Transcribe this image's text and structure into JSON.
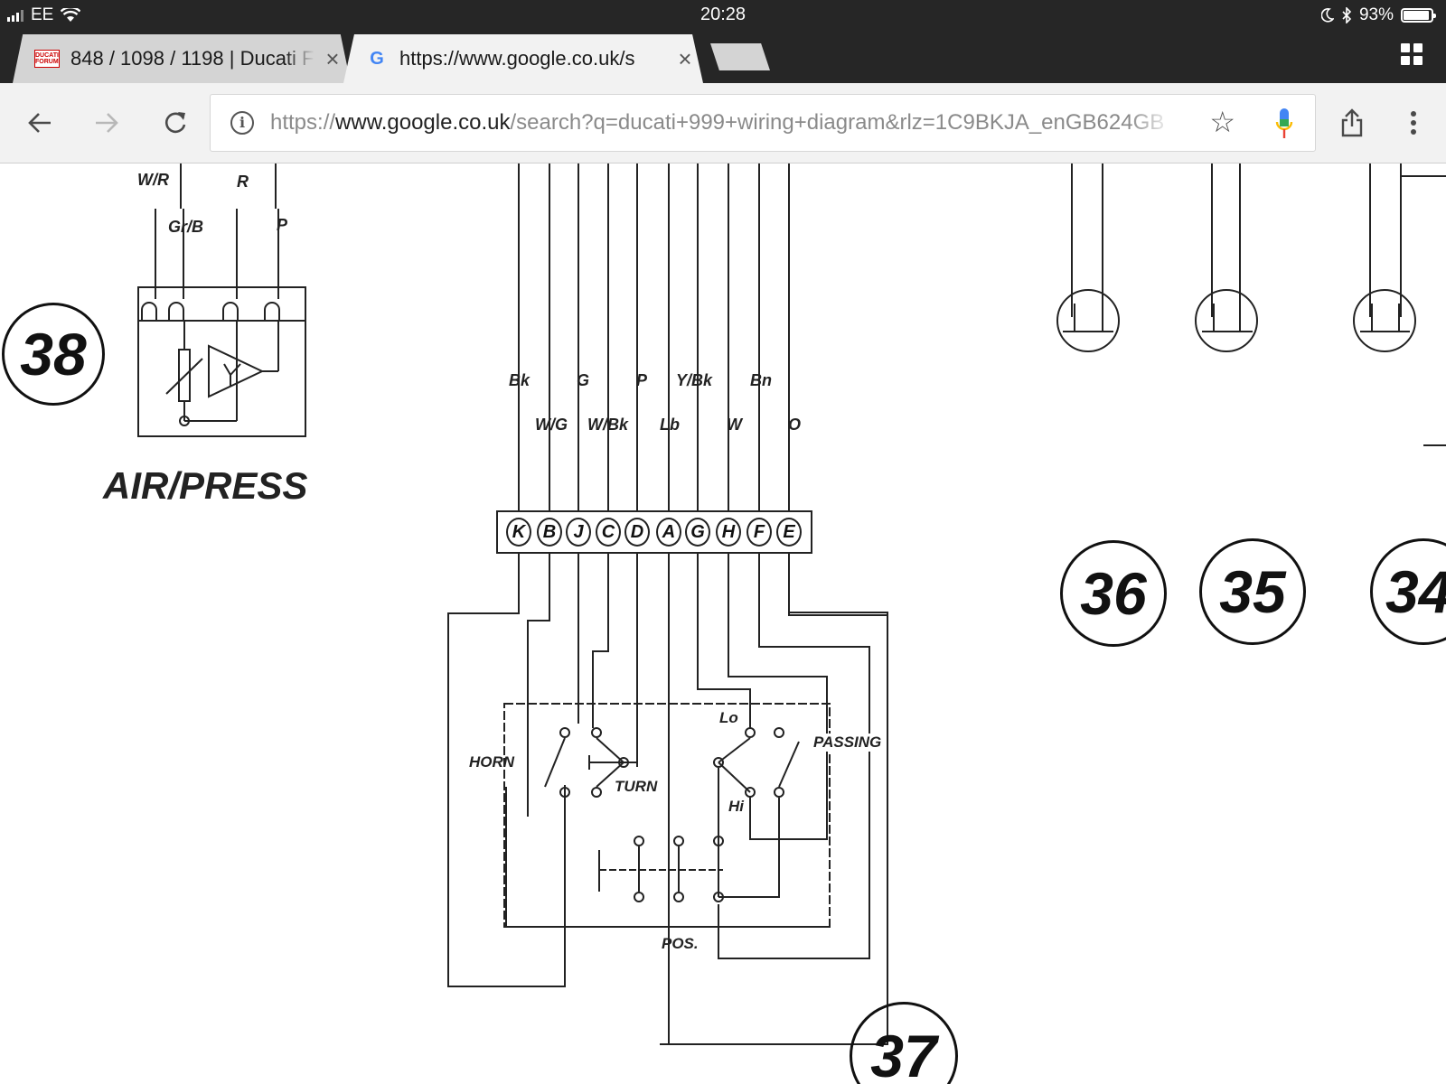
{
  "status_bar": {
    "carrier": "EE",
    "time": "20:28",
    "battery_percent": "93%",
    "battery_level": 0.93,
    "icons": [
      "signal-bars-icon",
      "wifi-icon",
      "moon-icon",
      "bluetooth-icon",
      "battery-icon"
    ]
  },
  "tabs": [
    {
      "title": "848 / 1098 / 1198 | Ducati F",
      "favicon_text": "DUCATI FORUM",
      "active": false
    },
    {
      "title": "https://www.google.co.uk/s",
      "favicon_text": "G",
      "active": true
    }
  ],
  "toolbar": {
    "url_scheme": "https://",
    "url_host": "www.google.co.uk",
    "url_path": "/search?q=ducati+999+wiring+diagram&rlz=1C9BKJA_enGB624GB",
    "icons": [
      "back-icon",
      "forward-icon",
      "reload-icon",
      "info-icon",
      "bookmark-star-icon",
      "mic-icon",
      "share-icon",
      "more-icon"
    ]
  },
  "diagram": {
    "sensor_top_labels": [
      "W/R",
      "R"
    ],
    "sensor_bottom_labels": [
      "Gr/B",
      "P"
    ],
    "sensor_number": "38",
    "sensor_title": "AIR/PRESS",
    "upper_wire_labels": [
      "Bk",
      "G",
      "P",
      "Y/Bk",
      "Bn"
    ],
    "lower_wire_labels": [
      "W/G",
      "W/Bk",
      "Lb",
      "W",
      "O"
    ],
    "connector_pins": [
      "K",
      "B",
      "J",
      "C",
      "D",
      "A",
      "G",
      "H",
      "F",
      "E"
    ],
    "switch_labels": {
      "horn": "HORN",
      "turn": "TURN",
      "lo": "Lo",
      "hi": "Hi",
      "passing": "PASSING",
      "pos": "POS."
    },
    "numbers": [
      "36",
      "35",
      "34",
      "37"
    ]
  }
}
